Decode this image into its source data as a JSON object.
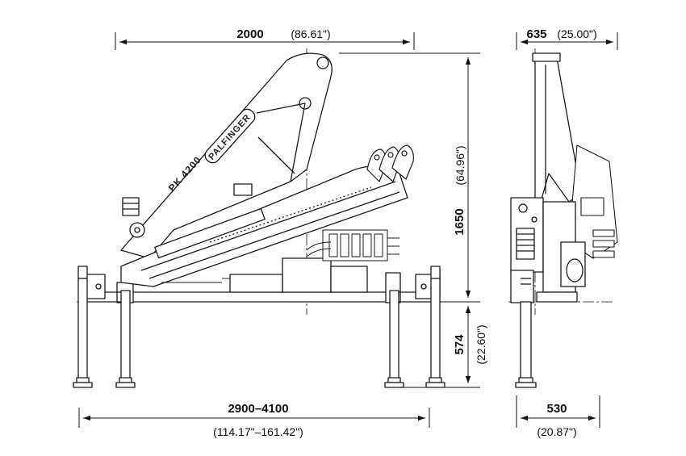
{
  "drawing": {
    "brand_label": "PALFINGER",
    "model_label": "PK 4200"
  },
  "dimensions": {
    "overall_length": {
      "metric": "2000",
      "imperial": "(86.61\")"
    },
    "side_width": {
      "metric": "635",
      "imperial": "(25.00\")"
    },
    "column_height": {
      "metric": "1650",
      "imperial": "(64.96\")"
    },
    "base_height": {
      "metric": "574",
      "imperial": "(22.60\")"
    },
    "outrigger_span": {
      "metric": "2900–4100",
      "imperial": "(114.17\"–161.42\")"
    },
    "side_base_width": {
      "metric": "530",
      "imperial": "(20.87\")"
    }
  },
  "colors": {
    "line": "#1a1a1a",
    "background": "#ffffff"
  }
}
